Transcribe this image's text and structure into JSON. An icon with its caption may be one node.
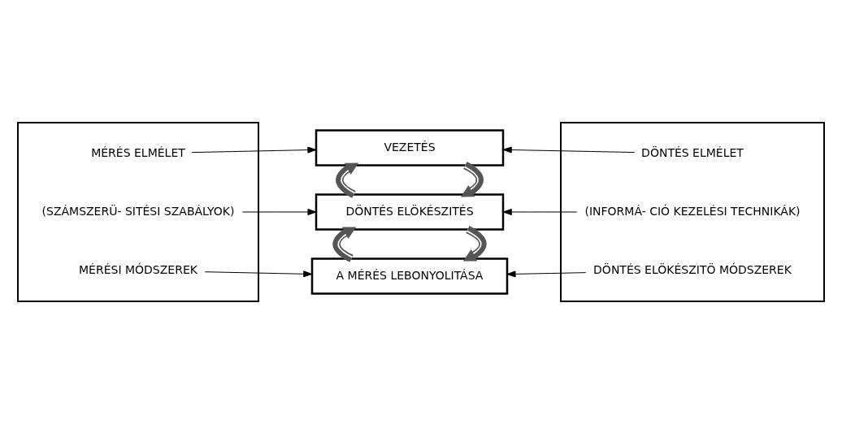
{
  "diagram": {
    "nodes": [
      {
        "text": [],
        "shape": "box"
      },
      {
        "text": [
          "MÉRÉS ELMÉLET"
        ],
        "in": 0
      },
      {
        "text": [
          "(SZÁMSZERÜ- SITÉSI SZABÁLYOK)"
        ],
        "in": 0
      },
      {
        "text": [
          "MÉRÉSI MÓDSZEREK"
        ],
        "in": 0
      },
      {
        "text": [],
        "shape": "box"
      },
      {
        "text": [
          "DÖNTÉS ELMÉLET"
        ],
        "in": 4
      },
      {
        "text": [
          "(INFORMÁ- CIÓ KEZELÉSI TECHNIKÁK)"
        ],
        "in": 4
      },
      {
        "text": [
          "DÖNTÉS ELÖKÉSZITÖ MÓDSZEREK"
        ],
        "in": 4
      },
      {
        "text": [
          "VEZETÉS"
        ]
      },
      {
        "text": [
          "DÖNTÉS ELÖKÉSZITÉS"
        ]
      },
      {
        "text": [
          "A MÉRÉS LEBONYOLITÁSA"
        ]
      }
    ],
    "edges": [
      {
        "from": 1,
        "to": 8,
        "arrow": "to"
      },
      {
        "from": 5,
        "to": 8,
        "arrow": "to"
      },
      {
        "from": 8,
        "to": 9,
        "arrow": "to",
        "style": "thick"
      },
      {
        "from": 9,
        "to": 8,
        "arrow": "to",
        "style": "thick"
      },
      {
        "from": 2,
        "to": 9,
        "arrow": "to"
      },
      {
        "from": 6,
        "to": 9,
        "arrow": "to"
      },
      {
        "from": 9,
        "to": 10,
        "arrow": "to",
        "style": "thick"
      },
      {
        "from": 10,
        "to": 9,
        "arrow": "to",
        "style": "thick"
      },
      {
        "from": 3,
        "to": 10,
        "arrow": "to"
      },
      {
        "from": 7,
        "to": 10,
        "arrow": "to"
      }
    ]
  }
}
